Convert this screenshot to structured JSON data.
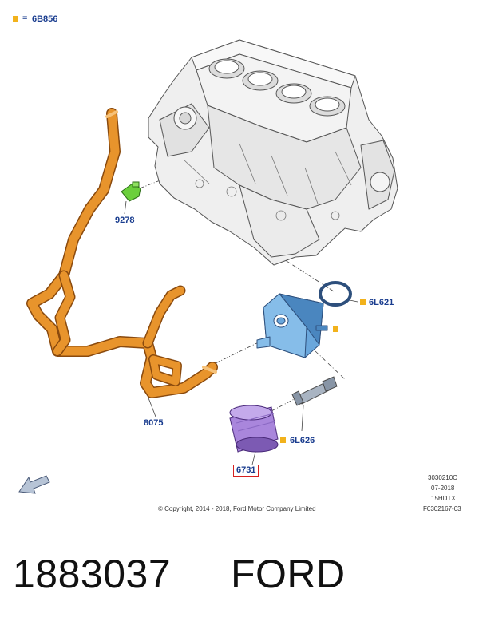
{
  "colors": {
    "callout_text": "#1a3d8f",
    "accent_square": "#f2b21c",
    "hose": "#e8942c",
    "sensor": "#6bcf3c",
    "cooler": "#6aa7dc",
    "filter": "#a986dc",
    "highlight_border": "#d6201f",
    "block": "#ececec"
  },
  "legend": {
    "symbol": "square-marker-icon",
    "equals": "=",
    "part": "6B856"
  },
  "callouts": {
    "sensor": "9278",
    "gasket": "6L621",
    "hose": "8075",
    "bolt": "6L626",
    "filter": "6731"
  },
  "notes": {
    "code": "3030210C",
    "date": "07-2018",
    "model": "15HDTX",
    "ref": "F0302167-03",
    "copyright": "© Copyright, 2014 - 2018, Ford Motor Company Limited"
  },
  "icons": {
    "direction": "front-direction-arrow-icon"
  },
  "caption": {
    "part_number": "1883037",
    "brand": "FORD"
  }
}
